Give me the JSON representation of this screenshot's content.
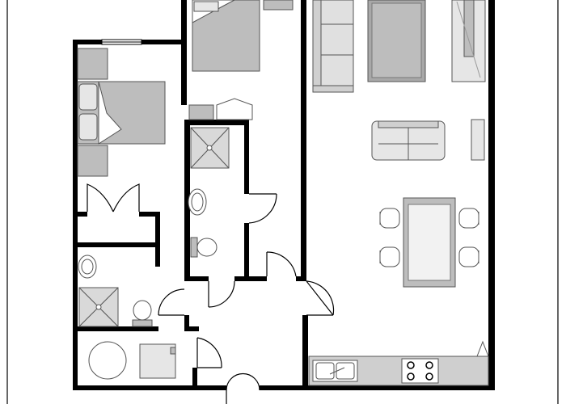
{
  "plan": {
    "colors": {
      "wall": "#000000",
      "furniture_fill": "#bdbdbd",
      "furniture_light": "#d9d9d9",
      "furniture_stroke": "#555555",
      "counter": "#cfcfcf",
      "floor": "#ffffff",
      "frame": "#000000"
    },
    "rooms": [
      "bedroom-1",
      "bedroom-2",
      "bathroom-1",
      "bathroom-2",
      "closet",
      "hallway",
      "laundry",
      "living-room",
      "dining-area",
      "kitchen"
    ],
    "icons": [
      "bed-icon",
      "nightstand-icon",
      "sofa-icon",
      "armchair-icon",
      "tv-icon",
      "tv-stand-icon",
      "coffee-table-icon",
      "dining-table-icon",
      "chair-icon",
      "sink-icon",
      "toilet-icon",
      "shower-icon",
      "stove-icon",
      "washer-icon",
      "dryer-icon",
      "door-swing-icon"
    ]
  }
}
